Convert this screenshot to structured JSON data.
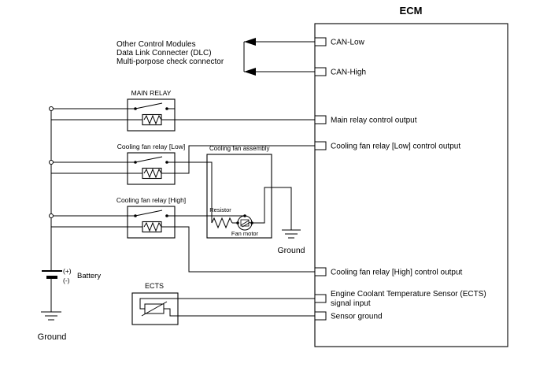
{
  "ecm": {
    "title": "ECM",
    "pins": {
      "can_low": "CAN-Low",
      "can_high": "CAN-High",
      "main_relay": "Main relay control output",
      "fan_low": "Cooling fan relay [Low] control output",
      "fan_high": "Cooling fan relay [High] control output",
      "ects_signal_line1": "Engine Coolant Temperature Sensor (ECTS)",
      "ects_signal_line2": "signal input",
      "sensor_ground": "Sensor ground"
    }
  },
  "can_targets": {
    "line1": "Other Control Modules",
    "line2": "Data Link Connecter (DLC)",
    "line3": "Multi-porpose check connector"
  },
  "relays": {
    "main": "MAIN RELAY",
    "fan_low": "Cooling fan relay [Low]",
    "fan_high": "Cooling fan relay [High]"
  },
  "fan_assembly": {
    "title": "Cooling fan assembly",
    "resistor": "Resistor",
    "fan_motor": "Fan motor",
    "ground": "Ground"
  },
  "power": {
    "plus": "(+)",
    "minus": "(-)",
    "battery": "Battery",
    "ground": "Ground"
  },
  "ects": {
    "title": "ECTS"
  }
}
